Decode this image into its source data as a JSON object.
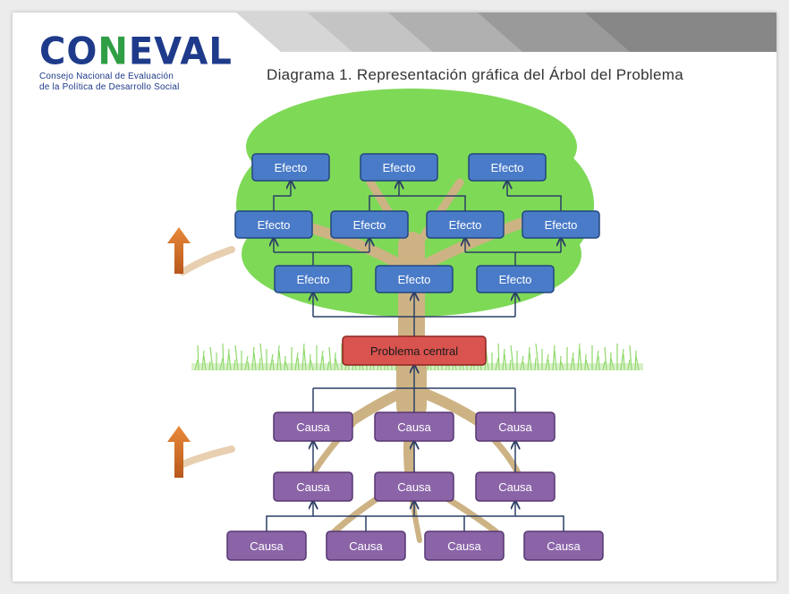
{
  "logo": {
    "word_prefix": "CO",
    "word_n": "N",
    "word_suffix": "EVAL",
    "subtitle_line1": "Consejo Nacional de Evaluación",
    "subtitle_line2": "de la Política de Desarrollo Social"
  },
  "title": "Diagrama 1. Representación gráfica del Árbol del Problema",
  "colors": {
    "effect_fill": "#4a7bc8",
    "effect_stroke": "#23467f",
    "cause_fill": "#8b64a8",
    "cause_stroke": "#563770",
    "central_fill": "#d9534f",
    "central_stroke": "#8c2520",
    "canopy": "#7ed957",
    "trunk": "#cdb384",
    "arrow": "#d9792a",
    "connector": "#2c3e66"
  },
  "diagram": {
    "central": "Problema central",
    "effects": {
      "top": [
        "Efecto",
        "Efecto",
        "Efecto"
      ],
      "middle": [
        "Efecto",
        "Efecto",
        "Efecto",
        "Efecto"
      ],
      "lower": [
        "Efecto",
        "Efecto",
        "Efecto"
      ]
    },
    "causes": {
      "upper": [
        "Causa",
        "Causa",
        "Causa"
      ],
      "middle": [
        "Causa",
        "Causa",
        "Causa"
      ],
      "bottom": [
        "Causa",
        "Causa",
        "Causa",
        "Causa"
      ]
    }
  }
}
